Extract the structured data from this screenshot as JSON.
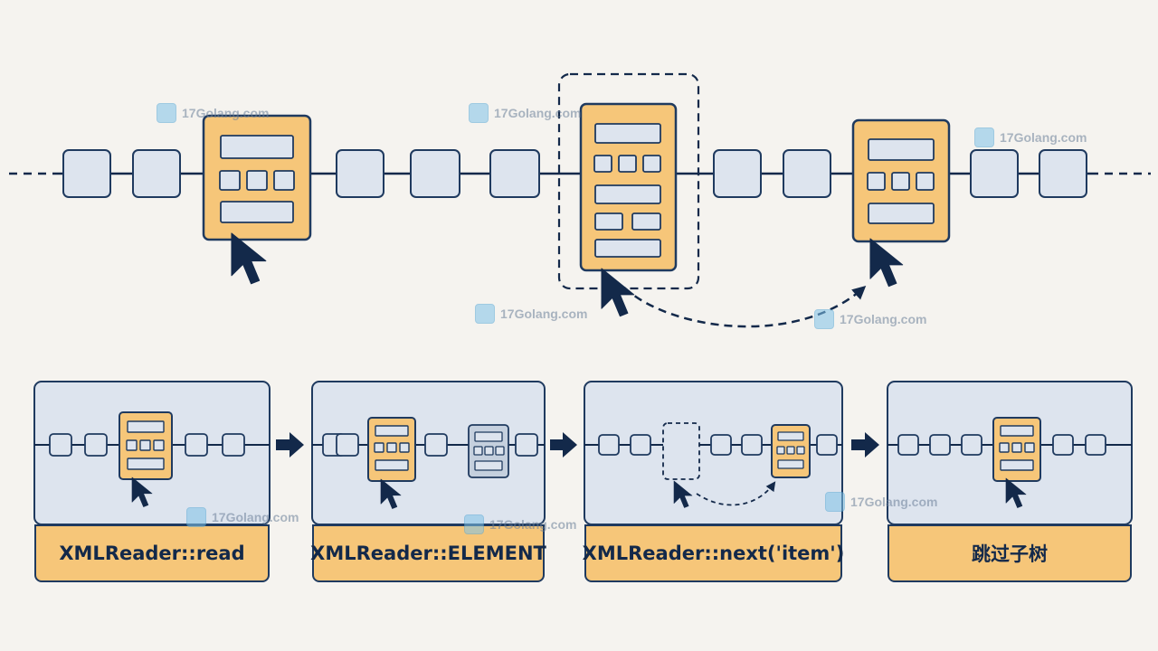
{
  "palette": {
    "background": "#f5f3ef",
    "node_fill": "#dde4ee",
    "node_stroke": "#1f3a5f",
    "element_fill": "#f6c679",
    "accent_dark": "#13294a"
  },
  "steps": [
    {
      "label": "XMLReader::read"
    },
    {
      "label": "XMLReader::ELEMENT"
    },
    {
      "label": "XMLReader::next('item')"
    },
    {
      "label": "跳过子树"
    }
  ],
  "watermark": {
    "text": "17Golang.com",
    "icon": "watermark-logo-icon"
  }
}
